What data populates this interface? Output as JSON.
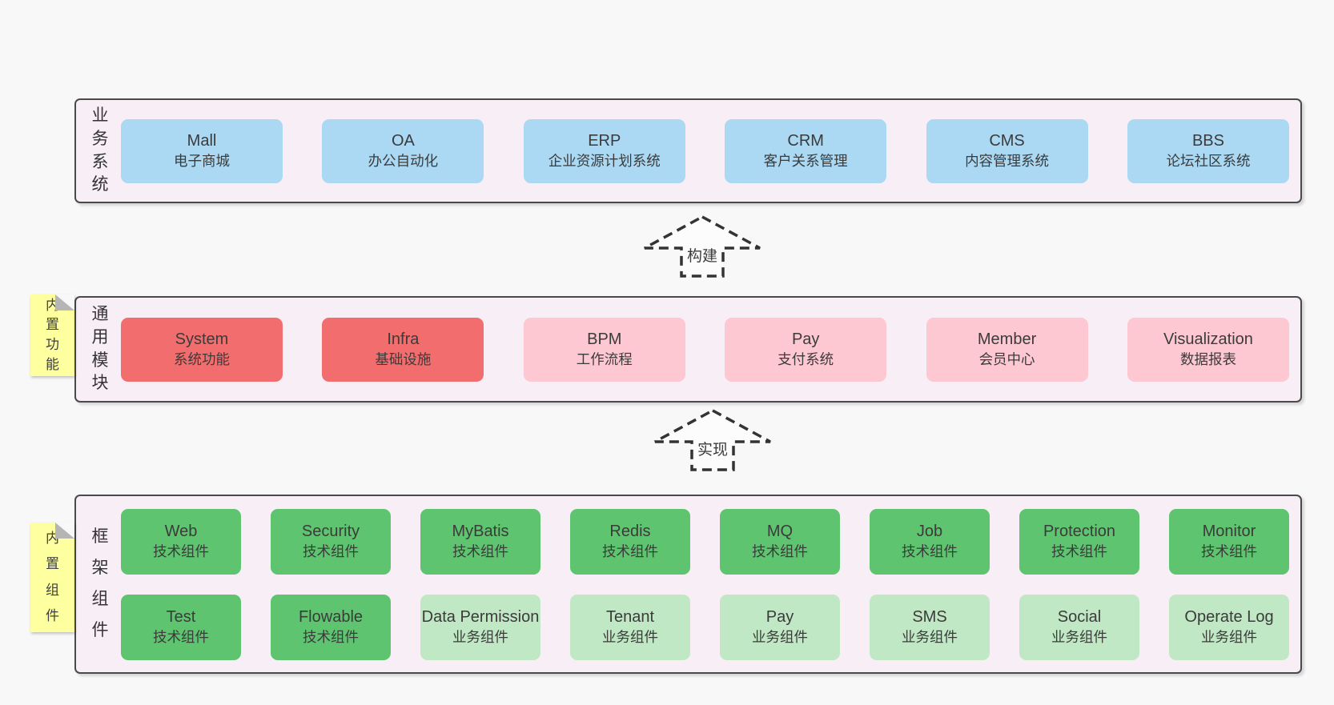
{
  "palette": {
    "page_background": "#f8f8f8",
    "panel_background": "#f8eef6",
    "panel_border": "#4a4a4a",
    "blue_box": "#abd8f2",
    "red_box": "#f26d6d",
    "pink_box": "#fdc8d2",
    "green_box": "#5ec46f",
    "light_green_box": "#c0e8c4",
    "sticky_yellow": "#feff9e",
    "text": "#3b3b3b"
  },
  "panels": {
    "business": {
      "label": "业务系统",
      "items": [
        {
          "title": "Mall",
          "subtitle": "电子商城"
        },
        {
          "title": "OA",
          "subtitle": "办公自动化"
        },
        {
          "title": "ERP",
          "subtitle": "企业资源计划系统"
        },
        {
          "title": "CRM",
          "subtitle": "客户关系管理"
        },
        {
          "title": "CMS",
          "subtitle": "内容管理系统"
        },
        {
          "title": "BBS",
          "subtitle": "论坛社区系统"
        }
      ]
    },
    "modules": {
      "label": "通用模块",
      "sticky": "内置功能",
      "items": [
        {
          "title": "System",
          "subtitle": "系统功能"
        },
        {
          "title": "Infra",
          "subtitle": "基础设施"
        },
        {
          "title": "BPM",
          "subtitle": "工作流程"
        },
        {
          "title": "Pay",
          "subtitle": "支付系统"
        },
        {
          "title": "Member",
          "subtitle": "会员中心"
        },
        {
          "title": "Visualization",
          "subtitle": "数据报表"
        }
      ]
    },
    "components": {
      "label": "框架组件",
      "sticky": "内置组件",
      "row1": [
        {
          "title": "Web",
          "subtitle": "技术组件"
        },
        {
          "title": "Security",
          "subtitle": "技术组件"
        },
        {
          "title": "MyBatis",
          "subtitle": "技术组件"
        },
        {
          "title": "Redis",
          "subtitle": "技术组件"
        },
        {
          "title": "MQ",
          "subtitle": "技术组件"
        },
        {
          "title": "Job",
          "subtitle": "技术组件"
        },
        {
          "title": "Protection",
          "subtitle": "技术组件"
        },
        {
          "title": "Monitor",
          "subtitle": "技术组件"
        }
      ],
      "row2": [
        {
          "title": "Test",
          "subtitle": "技术组件"
        },
        {
          "title": "Flowable",
          "subtitle": "技术组件"
        },
        {
          "title": "Data Permission",
          "subtitle": "业务组件"
        },
        {
          "title": "Tenant",
          "subtitle": "业务组件"
        },
        {
          "title": "Pay",
          "subtitle": "业务组件"
        },
        {
          "title": "SMS",
          "subtitle": "业务组件"
        },
        {
          "title": "Social",
          "subtitle": "业务组件"
        },
        {
          "title": "Operate Log",
          "subtitle": "业务组件"
        }
      ]
    }
  },
  "arrows": {
    "build": {
      "label": "构建"
    },
    "implement": {
      "label": "实现"
    }
  }
}
